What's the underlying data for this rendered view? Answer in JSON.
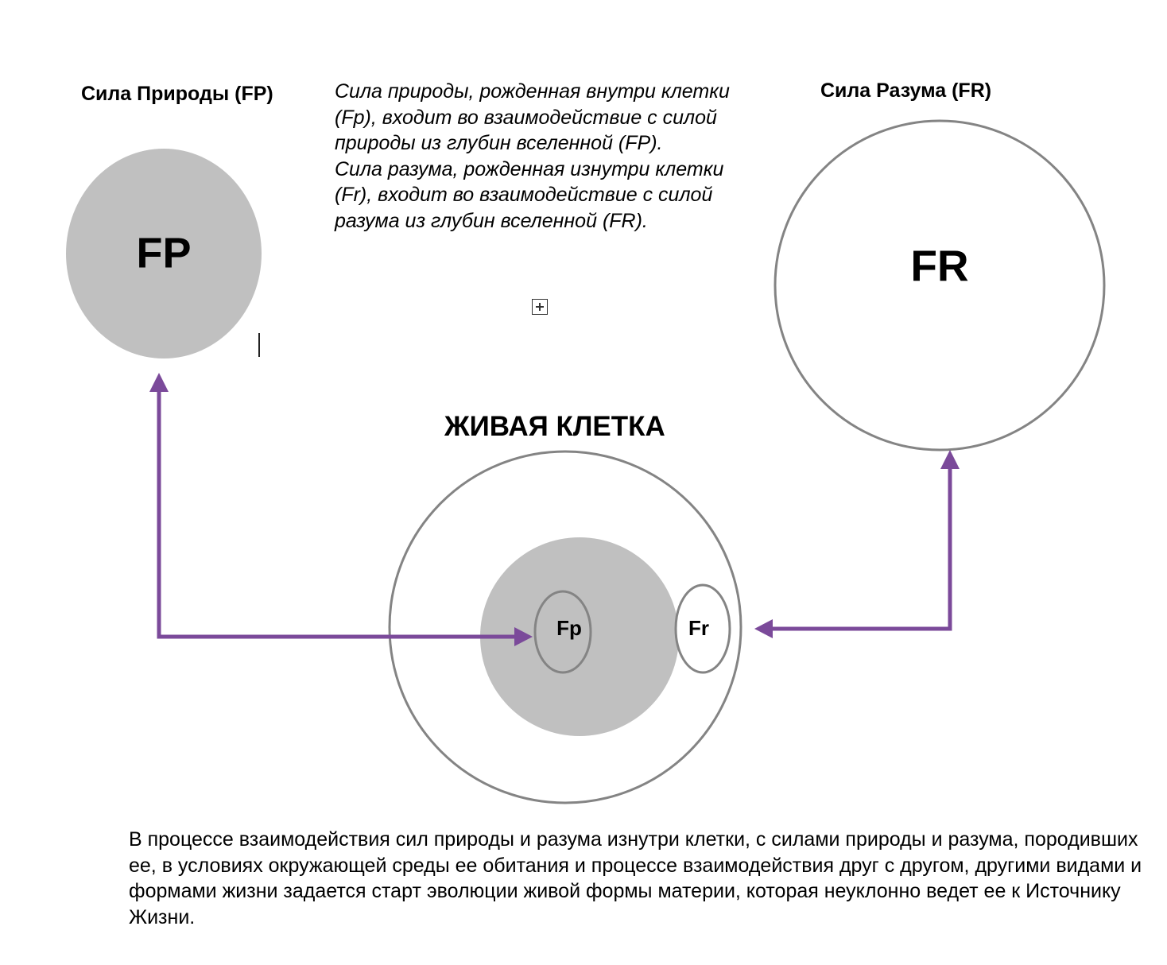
{
  "headings": {
    "nature_force": "Сила Природы (FP)",
    "reason_force": "Сила Разума (FR)",
    "living_cell": "ЖИВАЯ КЛЕТКА"
  },
  "description": {
    "paragraph_1": "Сила природы, рожденная внутри клетки (Fp), входит во взаимодействие с силой природы из глубин вселенной (FP).",
    "paragraph_2": "Сила разума, рожденная изнутри клетки (Fr), входит во взаимодействие с силой разума из глубин вселенной (FR)."
  },
  "nodes": {
    "fp_big": "FP",
    "fr_big": "FR",
    "fp_small": "Fp",
    "fr_small": "Fr"
  },
  "footer": {
    "text": "В процессе взаимодействия сил природы и разума изнутри клетки, с силами природы и разума, породивших ее, в условиях окружающей среды ее обитания и процессе взаимодействия друг с другом, другими видами и формами жизни задается старт эволюции живой формы материи, которая неуклонно ведет ее к Источнику Жизни."
  },
  "colors": {
    "arrow": "#7b4a9a",
    "fill_gray": "#c0c0c0",
    "outline_gray": "#848484"
  }
}
